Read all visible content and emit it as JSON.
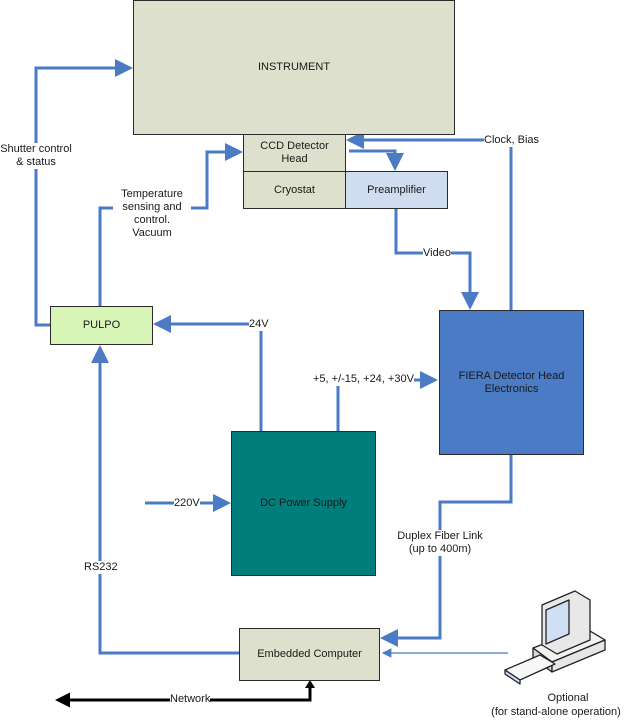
{
  "blocks": {
    "instrument": "INSTRUMENT",
    "ccd_head": "CCD Detector Head",
    "cryostat": "Cryostat",
    "preamplifier": "Preamplifier",
    "pulpo": "PULPO",
    "fiera": "FIERA Detector Head Electronics",
    "dc_power": "DC Power Supply",
    "embedded": "Embedded Computer"
  },
  "labels": {
    "shutter": "Shutter control & status",
    "temperature": "Temperature sensing and control. Vacuum",
    "clock_bias": "Clock, Bias",
    "video": "Video",
    "v24": "24V",
    "voltages": "+5, +/-15, +24, +30V",
    "v220": "220V",
    "rs232": "RS232",
    "fiber": "Duplex Fiber Link (up to 400m)",
    "network": "Network",
    "optional": "Optional",
    "optional_note": "(for stand-alone operation)"
  },
  "colors": {
    "wire": "#4a7bc4",
    "network_wire": "#000000"
  }
}
